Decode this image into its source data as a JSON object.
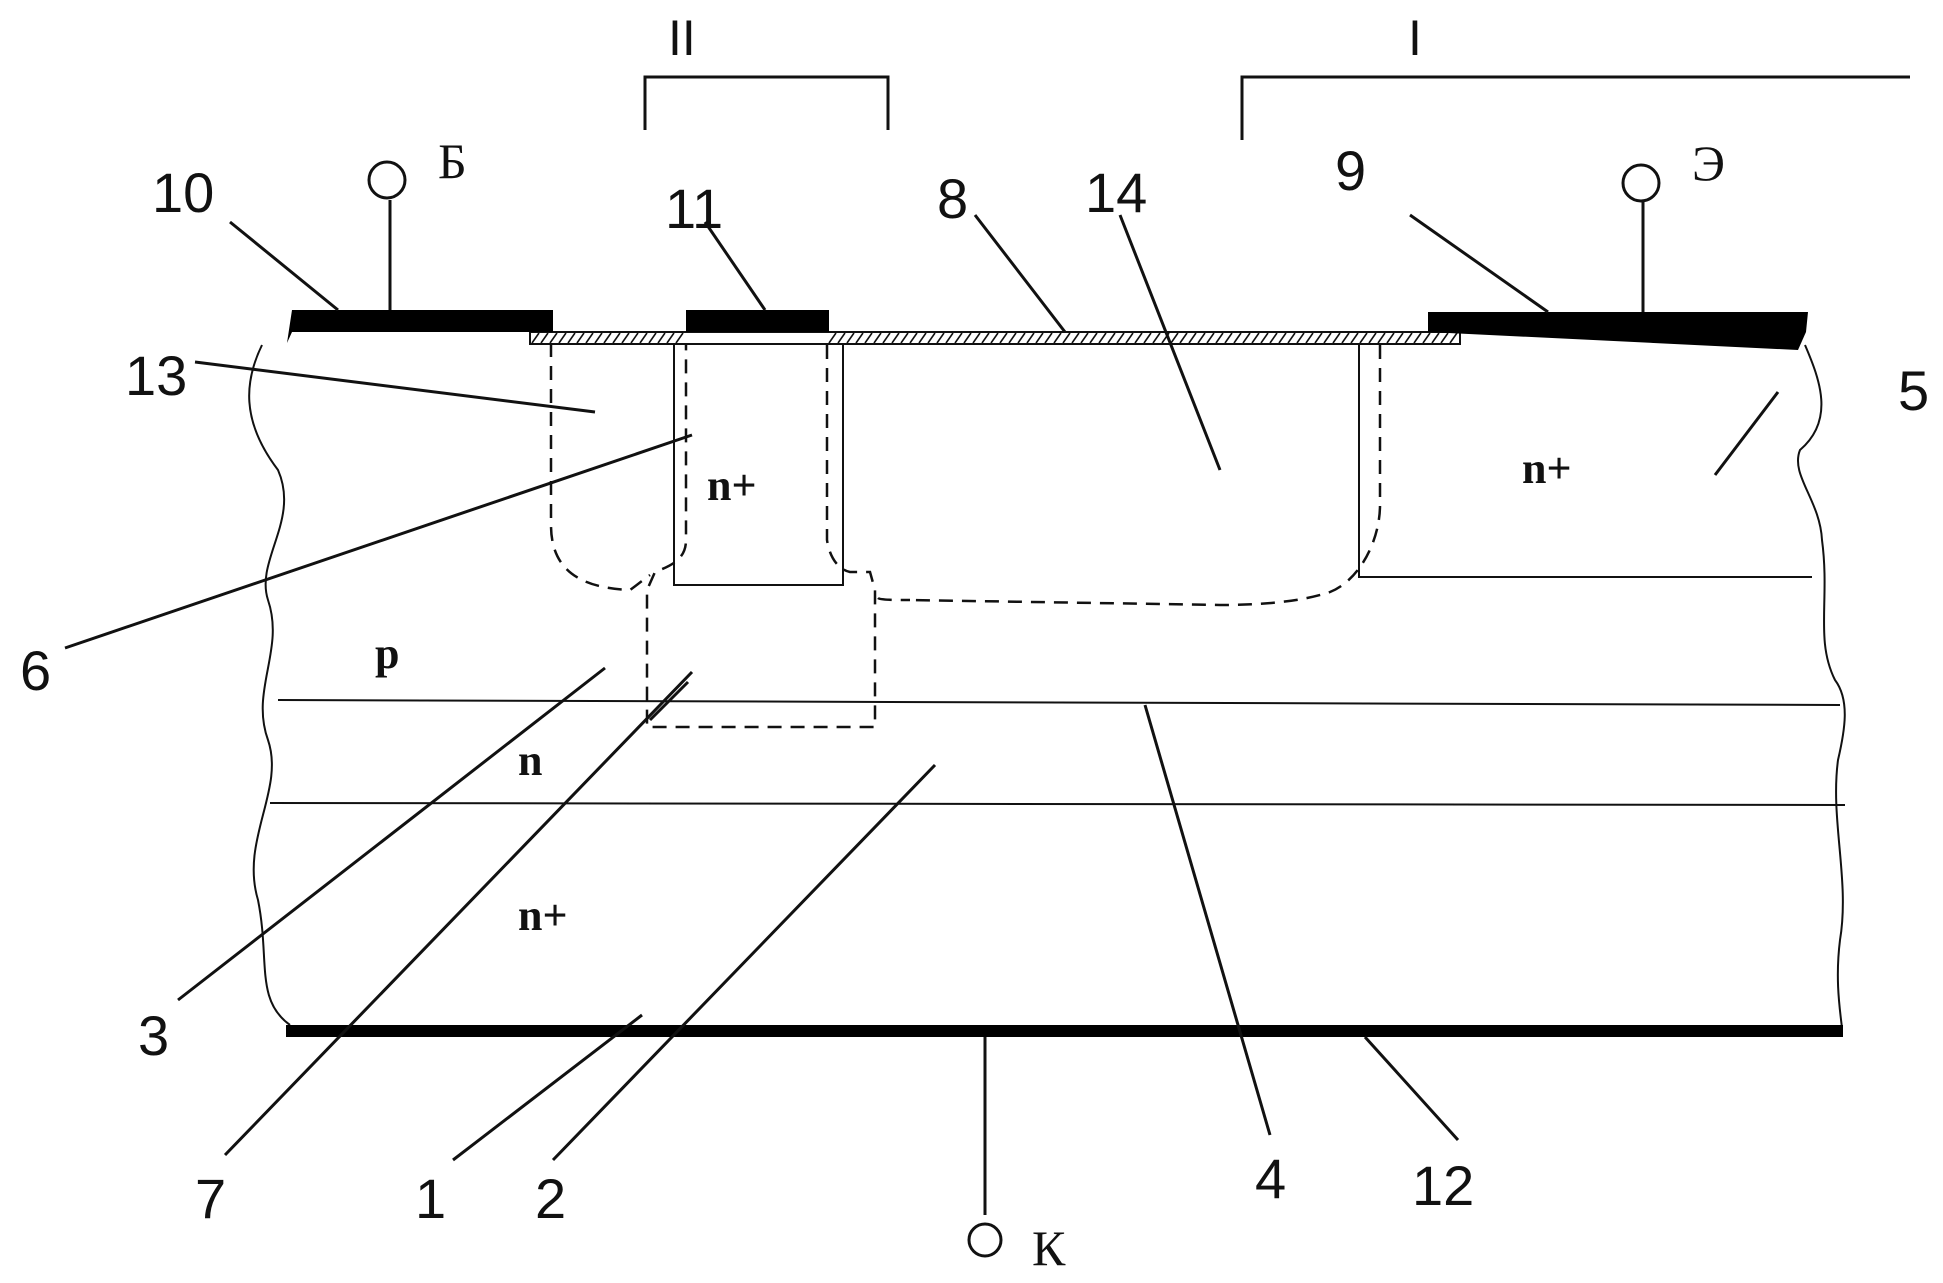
{
  "labels": {
    "n1": "1",
    "n2": "2",
    "n3": "3",
    "n4": "4",
    "n5": "5",
    "n6": "6",
    "n7": "7",
    "n8": "8",
    "n9": "9",
    "n10": "10",
    "n11": "11",
    "n12": "12",
    "n13": "13",
    "n14": "14"
  },
  "terminals": {
    "base": "Б",
    "emitter": "Э",
    "collector": "К"
  },
  "regions": {
    "n_plus_left": "n+",
    "n_plus_right": "n+",
    "n_plus_bottom": "n+",
    "p": "p",
    "n": "n"
  },
  "brackets": {
    "I": "I",
    "II": "II"
  },
  "colors": {
    "ink": "#111111",
    "metal": "#000000",
    "background": "#ffffff"
  }
}
